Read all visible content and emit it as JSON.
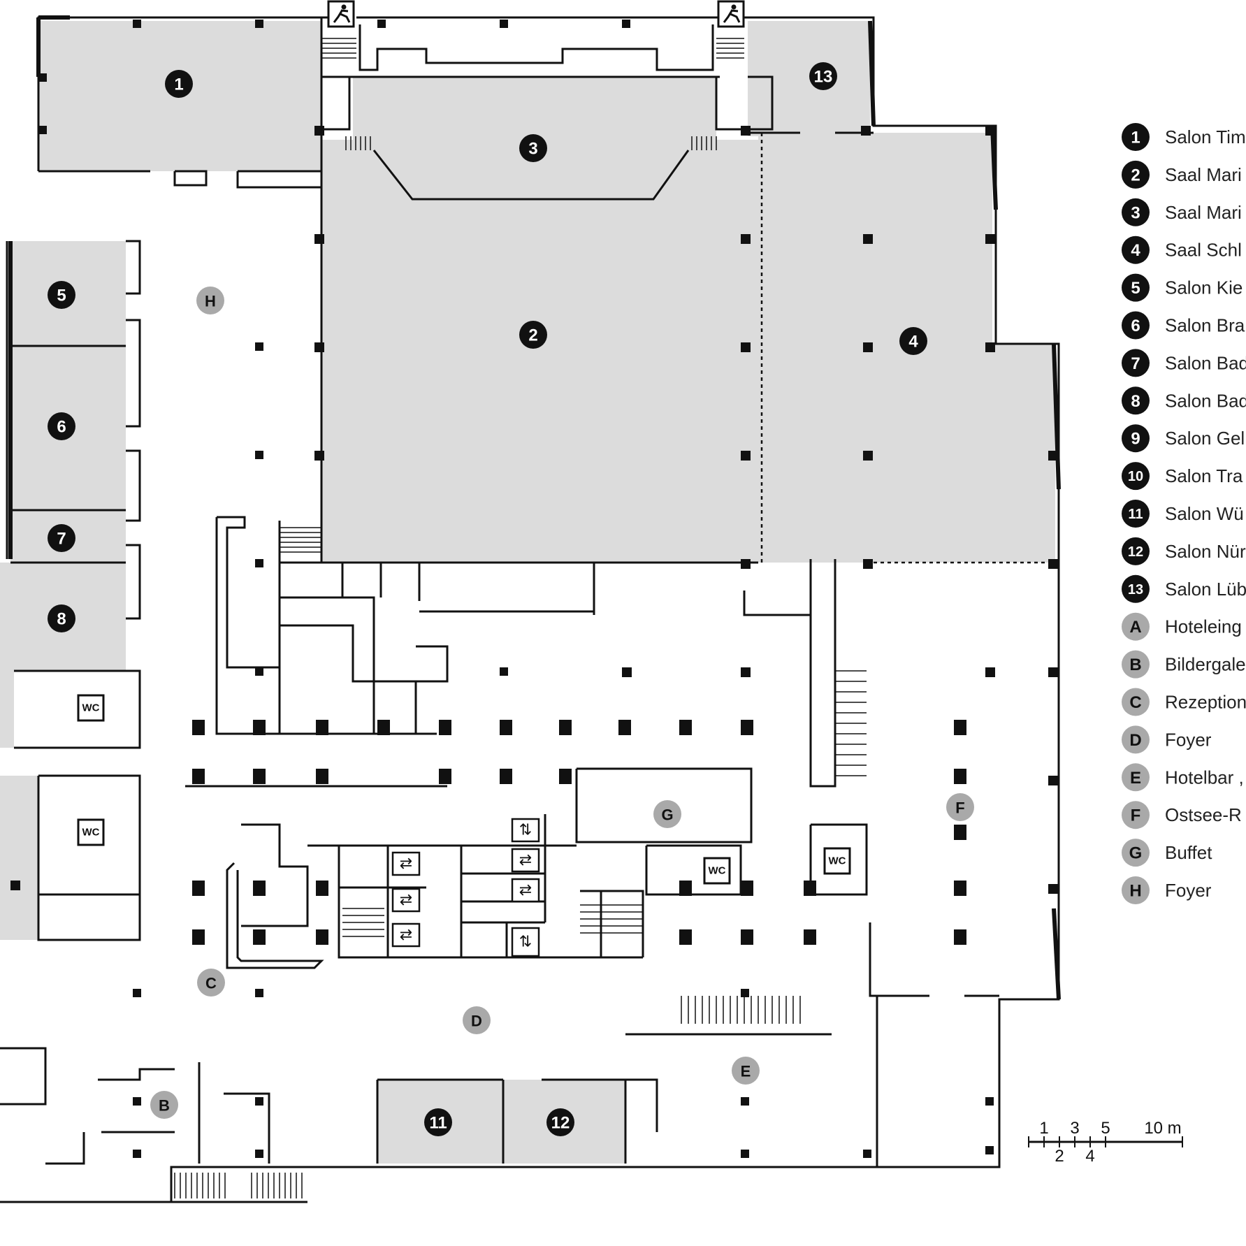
{
  "legend": {
    "items": [
      {
        "code": "1",
        "label": "Salon Tim",
        "style": "black"
      },
      {
        "code": "2",
        "label": "Saal Mari",
        "style": "black"
      },
      {
        "code": "3",
        "label": "Saal Mari",
        "style": "black"
      },
      {
        "code": "4",
        "label": "Saal Schl",
        "style": "black"
      },
      {
        "code": "5",
        "label": "Salon Kie",
        "style": "black"
      },
      {
        "code": "6",
        "label": "Salon Bra",
        "style": "black"
      },
      {
        "code": "7",
        "label": "Salon Bad",
        "style": "black"
      },
      {
        "code": "8",
        "label": "Salon Bad",
        "style": "black"
      },
      {
        "code": "9",
        "label": "Salon Gel",
        "style": "black"
      },
      {
        "code": "10",
        "label": "Salon Tra",
        "style": "black"
      },
      {
        "code": "11",
        "label": "Salon Wü",
        "style": "black"
      },
      {
        "code": "12",
        "label": "Salon Nür",
        "style": "black"
      },
      {
        "code": "13",
        "label": "Salon Lüb",
        "style": "black"
      },
      {
        "code": "A",
        "label": "Hoteleing",
        "style": "grey"
      },
      {
        "code": "B",
        "label": "Bildergale",
        "style": "grey"
      },
      {
        "code": "C",
        "label": "Rezeption",
        "style": "grey"
      },
      {
        "code": "D",
        "label": "Foyer",
        "style": "grey"
      },
      {
        "code": "E",
        "label": "Hotelbar ,",
        "style": "grey"
      },
      {
        "code": "F",
        "label": "Ostsee-R",
        "style": "grey"
      },
      {
        "code": "G",
        "label": "Buffet",
        "style": "grey"
      },
      {
        "code": "H",
        "label": "Foyer",
        "style": "grey"
      }
    ]
  },
  "map": {
    "room_badges": {
      "r1": "1",
      "r2": "2",
      "r3": "3",
      "r4": "4",
      "r5": "5",
      "r6": "6",
      "r7": "7",
      "r8": "8",
      "r11": "11",
      "r12": "12",
      "r13": "13"
    },
    "area_badges": {
      "b": "B",
      "c": "C",
      "d": "D",
      "e": "E",
      "f": "F",
      "g": "G",
      "h": "H"
    },
    "wc_label": "WC",
    "scale": {
      "top_labels": [
        "1",
        "3",
        "5",
        "10 m"
      ],
      "bottom_labels": [
        "2",
        "4"
      ]
    }
  },
  "colors": {
    "room_fill": "#dcdcdc",
    "wall": "#111111",
    "badge_black": "#111111",
    "badge_grey": "#a9a9a9"
  }
}
